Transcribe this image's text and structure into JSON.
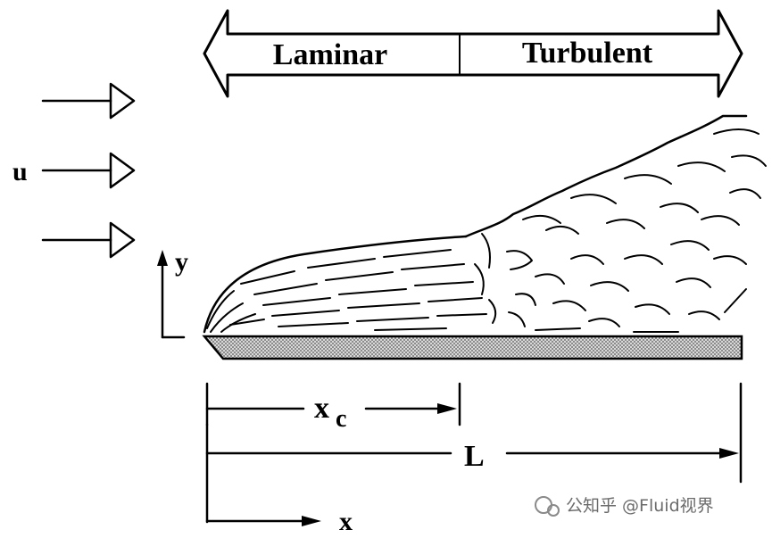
{
  "regions": {
    "laminar_label": "Laminar",
    "turbulent_label": "Turbulent"
  },
  "labels": {
    "velocity": "u",
    "y_axis": "y",
    "x_axis": "x",
    "critical_length": "c",
    "critical_length_base": "x",
    "plate_length": "L"
  },
  "watermark": {
    "text": "公知乎 @Fluid视界"
  },
  "colors": {
    "ink": "#000000",
    "plate_fill": "#bdbdbd",
    "watermark": "#6b6b6b"
  }
}
